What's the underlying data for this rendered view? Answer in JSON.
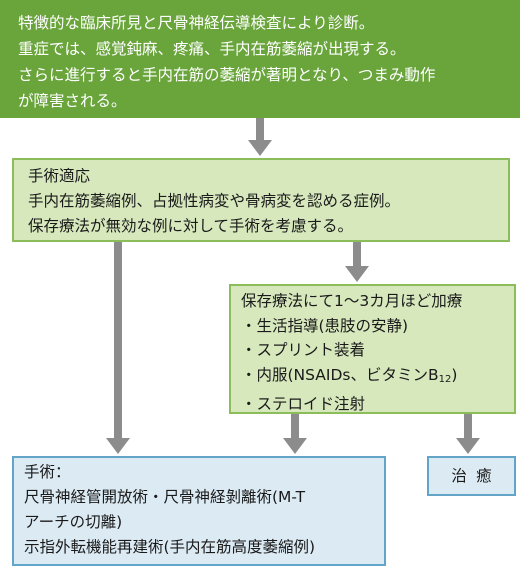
{
  "diagnosis": {
    "lines": [
      "特徴的な臨床所見と尺骨神経伝導検査により診断。",
      "重症では、感覚鈍麻、疼痛、手内在筋萎縮が出現する。",
      "さらに進行すると手内在筋の萎縮が著明となり、つまみ動作",
      "が障害される。"
    ]
  },
  "surgery_indication": {
    "lines": [
      "手術適応",
      "手内在筋萎縮例、占拠性病変や骨病変を認める症例。",
      "保存療法が無効な例に対して手術を考慮する。"
    ]
  },
  "conservative": {
    "title": "保存療法にて1〜3カ月ほど加療",
    "items": [
      "・生活指導(患肢の安静)",
      "・スプリント装着",
      "・内服(NSAIDs、ビタミンB"
    ],
    "item3_subscript": "12",
    "item3_suffix": ")",
    "item4": "・ステロイド注射"
  },
  "surgery": {
    "lines": [
      "手術：",
      "尺骨神経管開放術・尺骨神経剝離術(M-T",
      "アーチの切離)",
      "示指外転機能再建術(手内在筋高度萎縮例)"
    ]
  },
  "cure": {
    "label": "治癒"
  },
  "colors": {
    "dark_green": "#6aa53c",
    "light_green": "#d7e8bd",
    "green_border": "#8bbd5a",
    "light_blue": "#dceaf4",
    "blue_border": "#62a5c9",
    "arrow_gray": "#8c8c8c"
  }
}
